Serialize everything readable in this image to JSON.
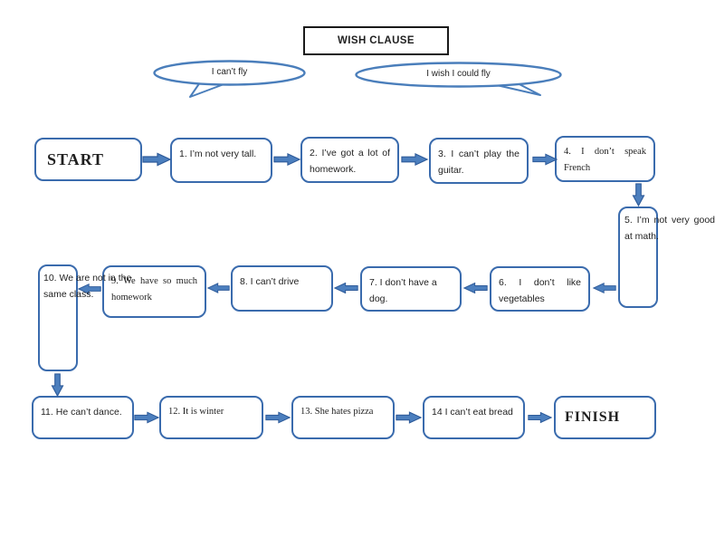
{
  "title": {
    "label": "WISH CLAUSE"
  },
  "bubbles": [
    {
      "text": "I can’t fly"
    },
    {
      "text": "I wish I could fly"
    }
  ],
  "nodes": {
    "start": "START",
    "finish": "FINISH",
    "steps": [
      "1. I’m not very tall.",
      "2. I’ve got a lot of homework.",
      "3. I can’t play the guitar.",
      "4. I don’t speak French",
      "5. I’m not very good at math.",
      "6. I don’t like vegetables",
      "7. I don’t have a dog.",
      "8. I can’t drive",
      "9. We have so much homework",
      "10. We are not in the same class.",
      "11. He can’t dance.",
      "12. It is winter",
      "13. She hates pizza",
      "14 I can’t eat bread"
    ]
  },
  "colors": {
    "box_border": "#3a6bad",
    "arrow_fill": "#4c7fbe",
    "arrow_stroke": "#2e5b9a",
    "bubble_stroke": "#4a7ebb",
    "title_border": "#1a1a1a",
    "text": "#1f1f1f"
  }
}
